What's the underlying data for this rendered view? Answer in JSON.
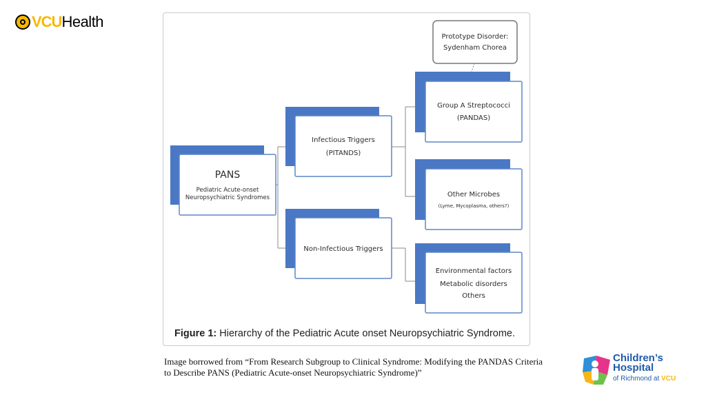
{
  "header": {
    "logo_vcu": "VCU",
    "logo_health": "Health"
  },
  "diagram": {
    "root": {
      "title": "PANS",
      "line1": "Pediatric Acute-onset",
      "line2": "Neuropsychiatric Syndromes"
    },
    "infectious": {
      "line1": "Infectious Triggers",
      "line2": "(PITANDS)"
    },
    "non_infectious": {
      "line1": "Non-Infectious Triggers"
    },
    "group_a": {
      "line1": "Group A Streptococci",
      "line2": "(PANDAS)"
    },
    "other_microbes": {
      "line1": "Other Microbes",
      "line2": "(Lyme, Mycoplasma, others?)"
    },
    "environmental": {
      "line1": "Environmental factors",
      "line2": "Metabolic disorders",
      "line3": "Others"
    },
    "prototype": {
      "line1": "Prototype Disorder:",
      "line2": "Sydenham Chorea"
    },
    "colors": {
      "shadow_blue": "#4a78c4",
      "box_border": "#5b86c9",
      "prototype_border": "#777777",
      "connector": "#8a8a8a"
    }
  },
  "caption": {
    "label": "Figure 1:",
    "text": " Hierarchy of the Pediatric Acute onset Neuropsychiatric Syndrome."
  },
  "source_note": "Image borrowed from “From Research Subgroup to Clinical Syndrome: Modifying the PANDAS Criteria to Describe PANS (Pediatric Acute-onset Neuropsychiatric Syndrome)”",
  "footer_logo": {
    "line1": "Children’s",
    "line2": "Hospital",
    "line3_prefix": "of Richmond at ",
    "line3_vcu": "VCU"
  }
}
